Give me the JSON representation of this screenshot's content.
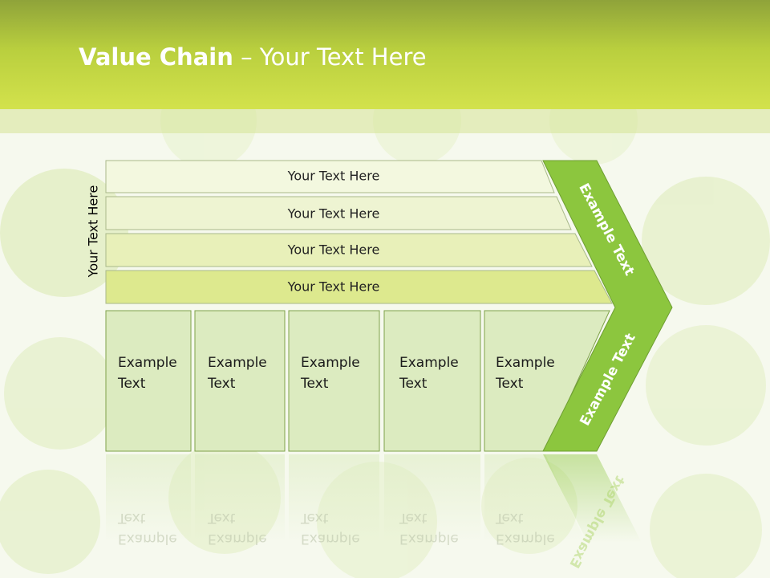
{
  "title": {
    "bold": "Value Chain",
    "rest": " – Your Text Here"
  },
  "side_label": "Your Text Here",
  "bars": [
    {
      "label": "Your Text Here",
      "color": "#f3f8df"
    },
    {
      "label": "Your Text Here",
      "color": "#eef4d2"
    },
    {
      "label": "Your Text Here",
      "color": "#e8f0b9"
    },
    {
      "label": "Your Text Here",
      "color": "#dde98e"
    }
  ],
  "boxes": [
    {
      "line1": "Example",
      "line2": "Text"
    },
    {
      "line1": "Example",
      "line2": "Text"
    },
    {
      "line1": "Example",
      "line2": "Text"
    },
    {
      "line1": "Example",
      "line2": "Text"
    },
    {
      "line1": "Example",
      "line2": "Text"
    }
  ],
  "chevron": {
    "upper_label": "Example Text",
    "lower_label": "Example Text",
    "color": "#8cc63e"
  },
  "colors": {
    "header": "#c5da43",
    "box_fill": "#dcebc0",
    "box_border": "#7fa24a"
  }
}
